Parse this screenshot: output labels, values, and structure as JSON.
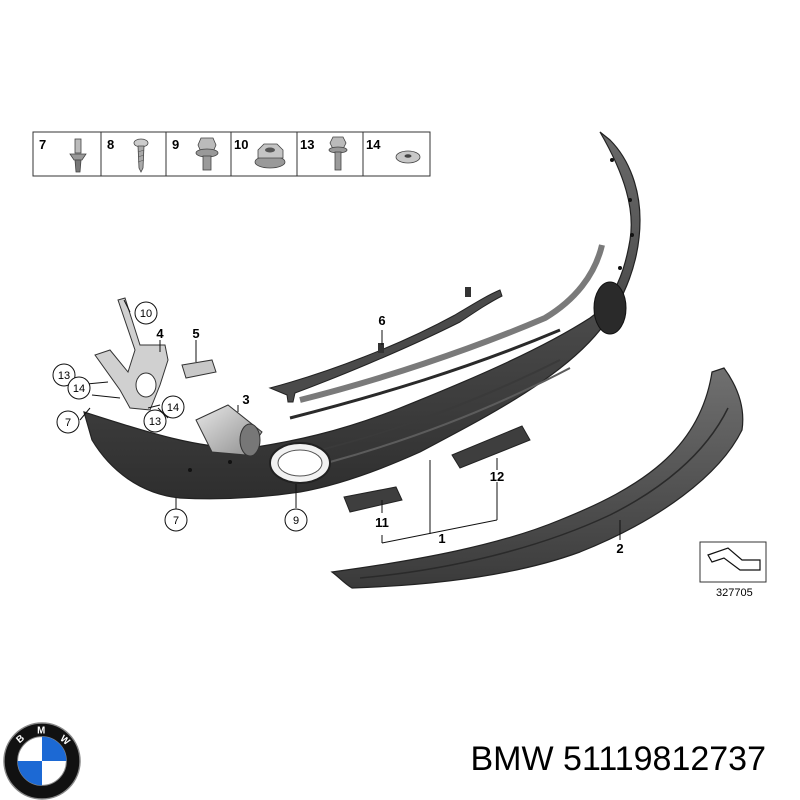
{
  "fastener_table": {
    "items": [
      "7",
      "8",
      "9",
      "10",
      "13",
      "14"
    ]
  },
  "callouts": {
    "c1": "1",
    "c2": "2",
    "c3": "3",
    "c4": "4",
    "c5": "5",
    "c6": "6",
    "c7a": "7",
    "c7b": "7",
    "c9": "9",
    "c10": "10",
    "c11": "11",
    "c12": "12",
    "c13a": "13",
    "c13b": "13",
    "c14a": "14",
    "c14b": "14"
  },
  "diagram_ref": "327705",
  "logo": {
    "text": "BMW",
    "colors": {
      "blue": "#1c69d4",
      "white": "#ffffff",
      "black": "#111111"
    }
  },
  "part_label": "BMW 51119812737"
}
